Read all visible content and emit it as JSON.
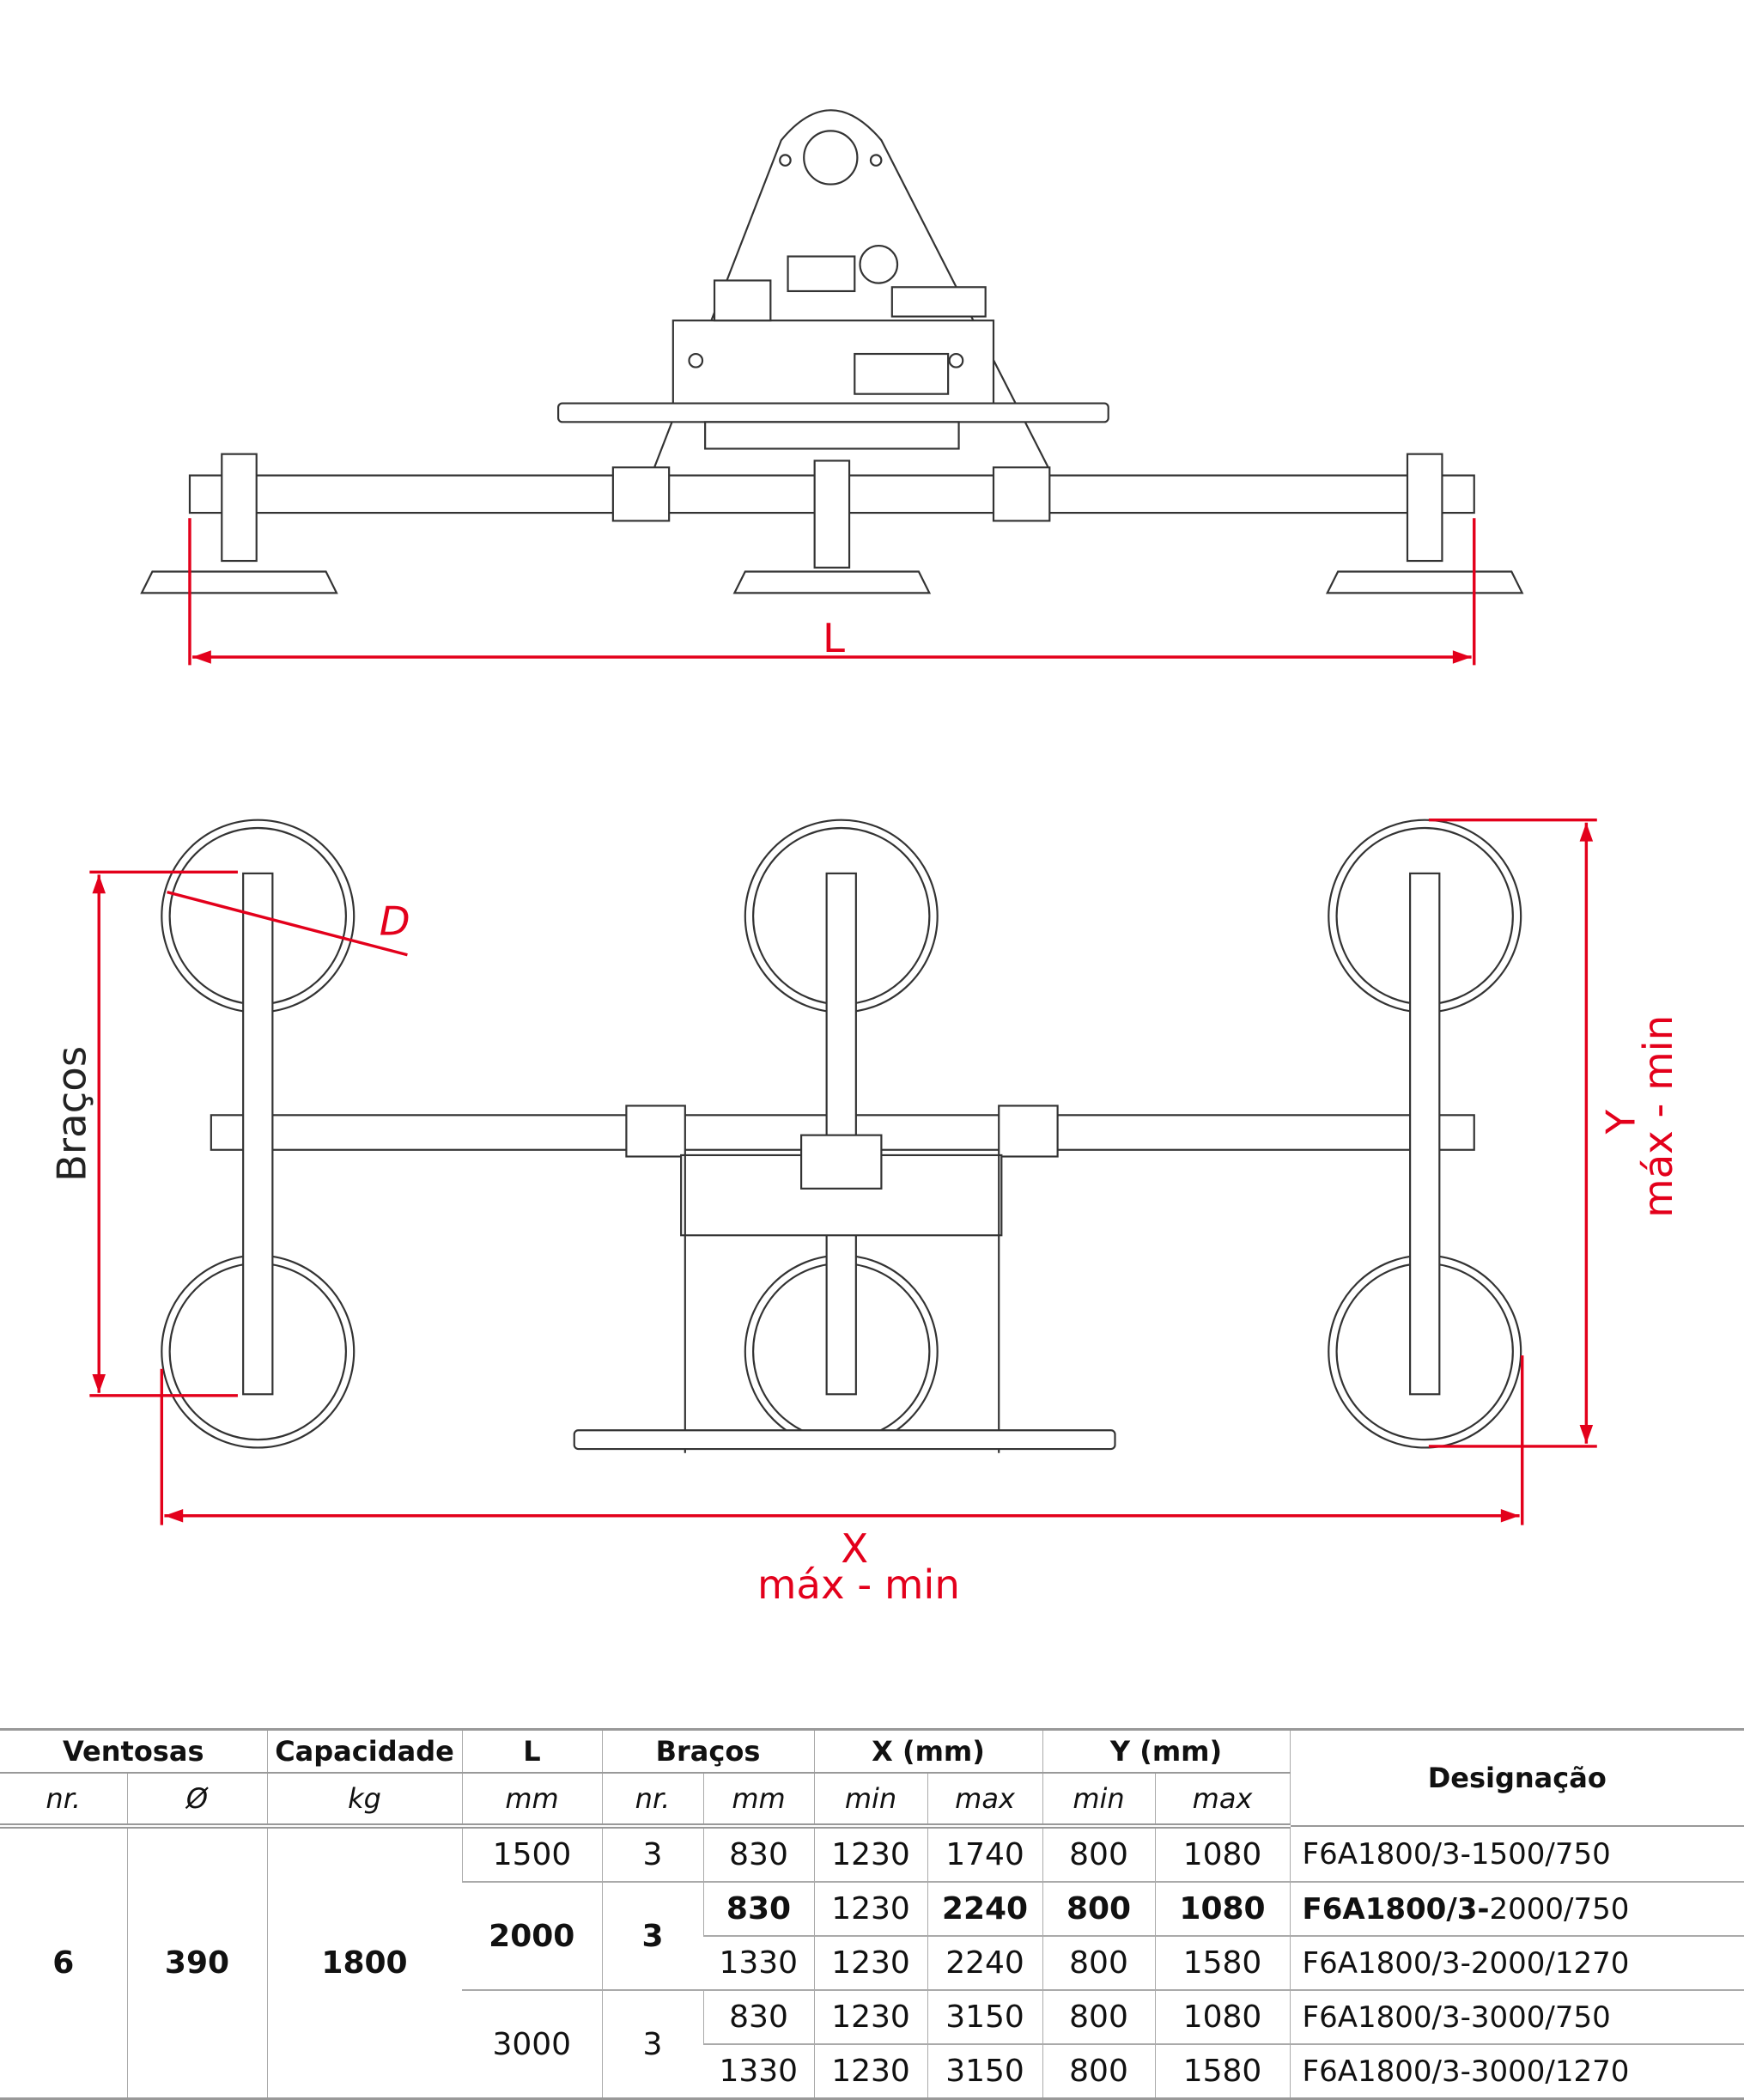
{
  "drawing": {
    "side_view": {
      "dimension_L": "L"
    },
    "top_view": {
      "dimension_D": "D",
      "dimension_bracos": "Braços",
      "dimension_Y": "Y",
      "dimension_Y_sub": "máx - min",
      "dimension_X": "X",
      "dimension_X_sub": "máx - min"
    },
    "colors": {
      "dimension": "#e3001b",
      "lines": "#333333"
    }
  },
  "table": {
    "group_headers": [
      "Ventosas",
      "Capacidade",
      "L",
      "Braços",
      "X (mm)",
      "Y (mm)",
      "Designação"
    ],
    "unit_headers": [
      "nr.",
      "Ø",
      "kg",
      "mm",
      "nr.",
      "mm",
      "min",
      "max",
      "min",
      "max"
    ],
    "ventosas_nr": "6",
    "ventosas_diam": "390",
    "capacidade": "1800",
    "l_groups": [
      {
        "L": "1500",
        "bracos_nr": "3"
      },
      {
        "L": "2000",
        "bracos_nr": "3"
      },
      {
        "L": "3000",
        "bracos_nr": "3"
      }
    ],
    "rows": [
      {
        "bracos_mm": "830",
        "x_min": "1230",
        "x_max": "1740",
        "y_min": "800",
        "y_max": "1080",
        "designacao": "F6A1800/3-1500/750"
      },
      {
        "bracos_mm": "830",
        "x_min": "1230",
        "x_max": "2240",
        "y_min": "800",
        "y_max": "1080",
        "designacao_bold": "F6A1800/3-",
        "designacao_rest": "2000/750"
      },
      {
        "bracos_mm": "1330",
        "x_min": "1230",
        "x_max": "2240",
        "y_min": "800",
        "y_max": "1580",
        "designacao": "F6A1800/3-2000/1270"
      },
      {
        "bracos_mm": "830",
        "x_min": "1230",
        "x_max": "3150",
        "y_min": "800",
        "y_max": "1080",
        "designacao": "F6A1800/3-3000/750"
      },
      {
        "bracos_mm": "1330",
        "x_min": "1230",
        "x_max": "3150",
        "y_min": "800",
        "y_max": "1580",
        "designacao": "F6A1800/3-3000/1270"
      }
    ]
  }
}
